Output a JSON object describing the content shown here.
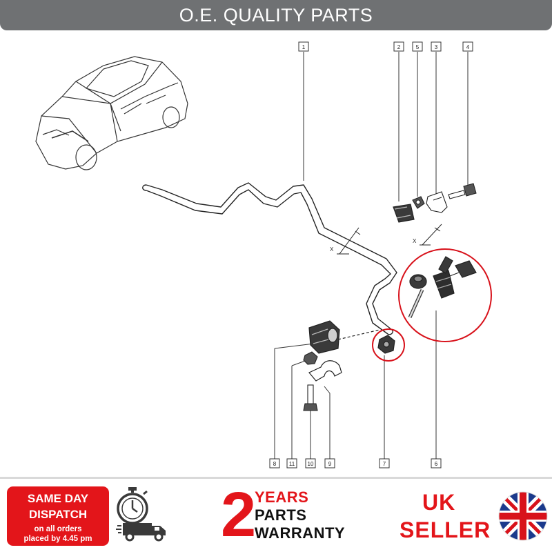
{
  "header": {
    "title": "O.E. QUALITY PARTS"
  },
  "diagram": {
    "callouts": [
      "1",
      "2",
      "5",
      "3",
      "4",
      "8",
      "11",
      "10",
      "9",
      "7",
      "6"
    ],
    "dimension_marks": [
      "X",
      "X"
    ]
  },
  "footer": {
    "dispatch": {
      "line1": "SAME DAY",
      "line2": "DISPATCH",
      "line3": "on all orders",
      "line4": "placed by 4.45 pm"
    },
    "warranty": {
      "number": "2",
      "line1": "YEARS",
      "line2": "PARTS",
      "line3": "WARRANTY"
    },
    "seller": {
      "line1": "UK",
      "line2": "SELLER"
    },
    "icons": [
      "stopwatch-truck-icon",
      "union-jack-flag-icon"
    ],
    "colors": {
      "header_bg": "#6f7173",
      "accent_red": "#e3151a",
      "text_dark": "#111111"
    }
  }
}
